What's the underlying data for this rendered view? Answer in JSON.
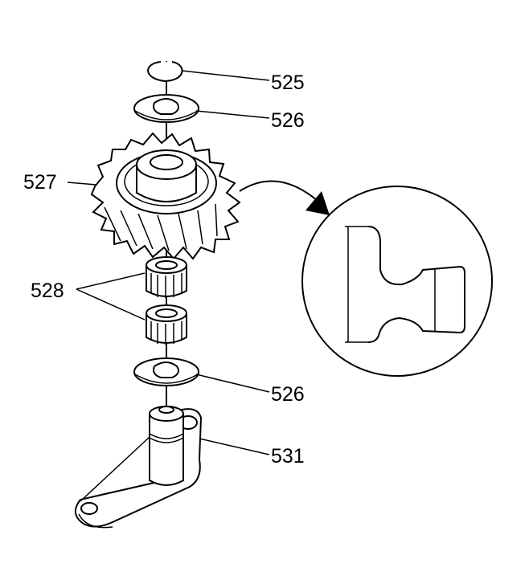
{
  "labels": {
    "snap_ring": "525",
    "washer_top": "526",
    "gear": "527",
    "bearings": "528",
    "washer_bottom": "526",
    "bracket": "531"
  }
}
